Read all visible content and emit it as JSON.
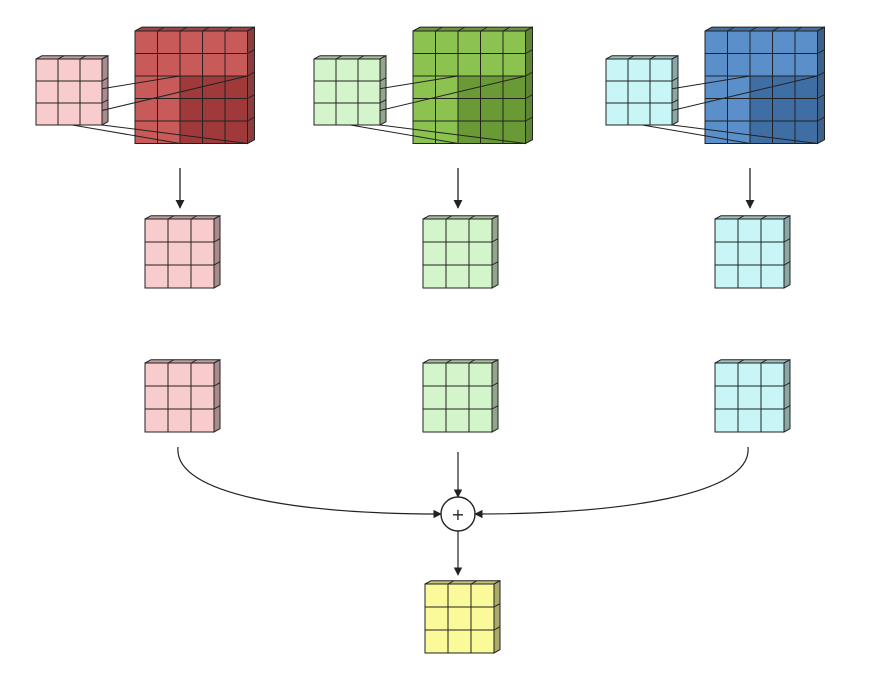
{
  "diagram": {
    "channels": [
      {
        "name": "red",
        "kernel_color": "#f8cccc",
        "input_color": "#c95a5a",
        "input_dark_color": "#a03a3a",
        "output_color": "#f8cccc",
        "kernel_size": 3,
        "input_size": 5
      },
      {
        "name": "green",
        "kernel_color": "#d4f5cc",
        "input_color": "#8cc24f",
        "input_dark_color": "#6a9a35",
        "output_color": "#d4f5cc",
        "kernel_size": 3,
        "input_size": 5
      },
      {
        "name": "blue",
        "kernel_color": "#c8f6f6",
        "input_color": "#5a8fc9",
        "input_dark_color": "#3f6ea5",
        "output_color": "#c8f6f6",
        "kernel_size": 3,
        "input_size": 5
      }
    ],
    "sum_symbol": "+",
    "result": {
      "color": "#fafa9a",
      "size": 3
    },
    "line_color": "#222222"
  }
}
